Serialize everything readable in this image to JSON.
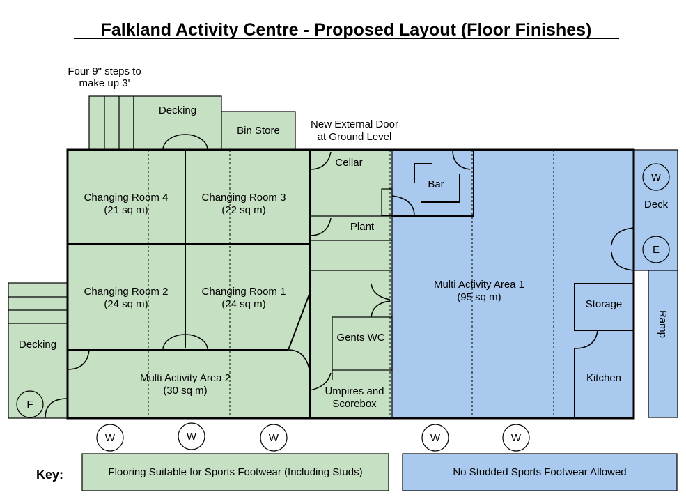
{
  "title": "Falkland Activity Centre - Proposed Layout (Floor Finishes)",
  "colors": {
    "green": "#c6e0c4",
    "blue": "#a9c9ee",
    "line": "#000000"
  },
  "labels": {
    "steps_1": "Four 9\" steps to",
    "steps_2": "make up 3'",
    "decking_top": "Decking",
    "bin_store": "Bin Store",
    "new_door_1": "New External Door",
    "new_door_2": "at Ground Level",
    "cellar": "Cellar",
    "plant": "Plant",
    "bar": "Bar",
    "deck": "Deck",
    "ramp": "Ramp",
    "cr4_name": "Changing Room 4",
    "cr4_area": "(21 sq m)",
    "cr3_name": "Changing Room 3",
    "cr3_area": "(22 sq m)",
    "cr2_name": "Changing Room 2",
    "cr2_area": "(24 sq m)",
    "cr1_name": "Changing Room 1",
    "cr1_area": "(24 sq m)",
    "maa1_name": "Multi Activity Area 1",
    "maa1_area": "(95 sq m)",
    "maa2_name": "Multi Activity Area 2",
    "maa2_area": "(30 sq m)",
    "storage": "Storage",
    "kitchen": "Kitchen",
    "gents_wc": "Gents WC",
    "umpires_1": "Umpires and",
    "umpires_2": "Scorebox",
    "decking_left": "Decking"
  },
  "markers": {
    "w": "W",
    "e": "E",
    "f": "F"
  },
  "key": {
    "label": "Key:",
    "green_text": "Flooring Suitable for Sports Footwear (Including Studs)",
    "blue_text": "No Studded Sports Footwear Allowed"
  }
}
